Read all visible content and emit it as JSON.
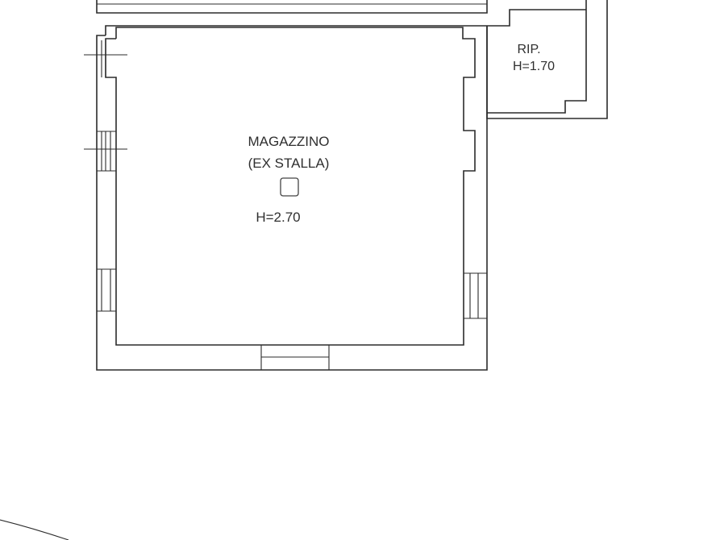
{
  "rooms": {
    "magazzino": {
      "name": "MAGAZZINO",
      "subname": "(EX STALLA)",
      "height": "H=2.70"
    },
    "ripostiglio": {
      "name": "RIP.",
      "height": "H=1.70"
    }
  }
}
